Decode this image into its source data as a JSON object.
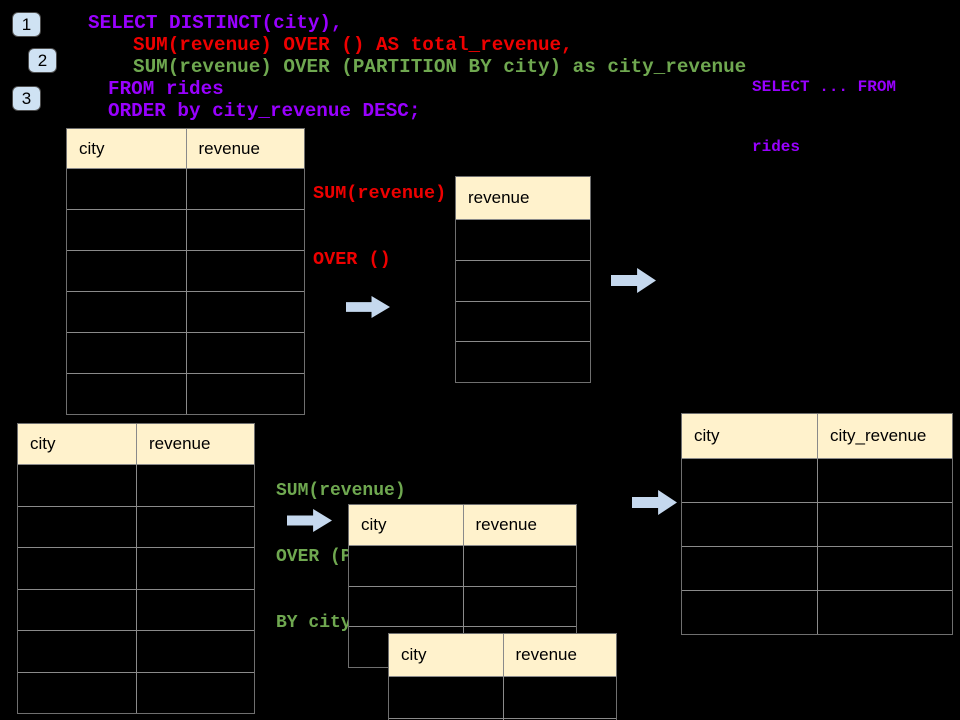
{
  "badges": [
    "1",
    "2",
    "3"
  ],
  "code": {
    "lines": [
      "SELECT DISTINCT(city),",
      "SUM(revenue) OVER () AS total_revenue,",
      "SUM(revenue) OVER (PARTITION BY city) as city_revenue",
      "FROM rides",
      "ORDER by city_revenue DESC;"
    ]
  },
  "side_note": {
    "line1": "SELECT ... FROM",
    "line2": "rides"
  },
  "labels": {
    "total_revenue": {
      "line1": "SUM(revenue)",
      "line2": "OVER ()"
    },
    "partition": {
      "line1": "SUM(revenue)",
      "line2": "OVER (PARTITION",
      "line3": "BY city)"
    }
  },
  "tables": {
    "source_top": {
      "headers": [
        "city",
        "revenue"
      ],
      "rows": 6
    },
    "total_revenue": {
      "headers": [
        "revenue"
      ],
      "rows": 4
    },
    "source_bottom": {
      "headers": [
        "city",
        "revenue"
      ],
      "rows": 6
    },
    "partition_a": {
      "headers": [
        "city",
        "revenue"
      ],
      "rows": 3
    },
    "partition_b": {
      "headers": [
        "city",
        "revenue"
      ],
      "rows": 2
    },
    "result": {
      "headers": [
        "city",
        "city_revenue"
      ],
      "rows": 4
    }
  },
  "colors": {
    "background": "#000000",
    "sql_purple": "#9900ff",
    "sql_red": "#ee0000",
    "sql_green": "#6fa850",
    "table_header_fill": "#fff2cc",
    "table_border": "#8a8a8a",
    "arrow_blue": "#c5d8ee",
    "badge_blue": "#cfe2f3"
  }
}
